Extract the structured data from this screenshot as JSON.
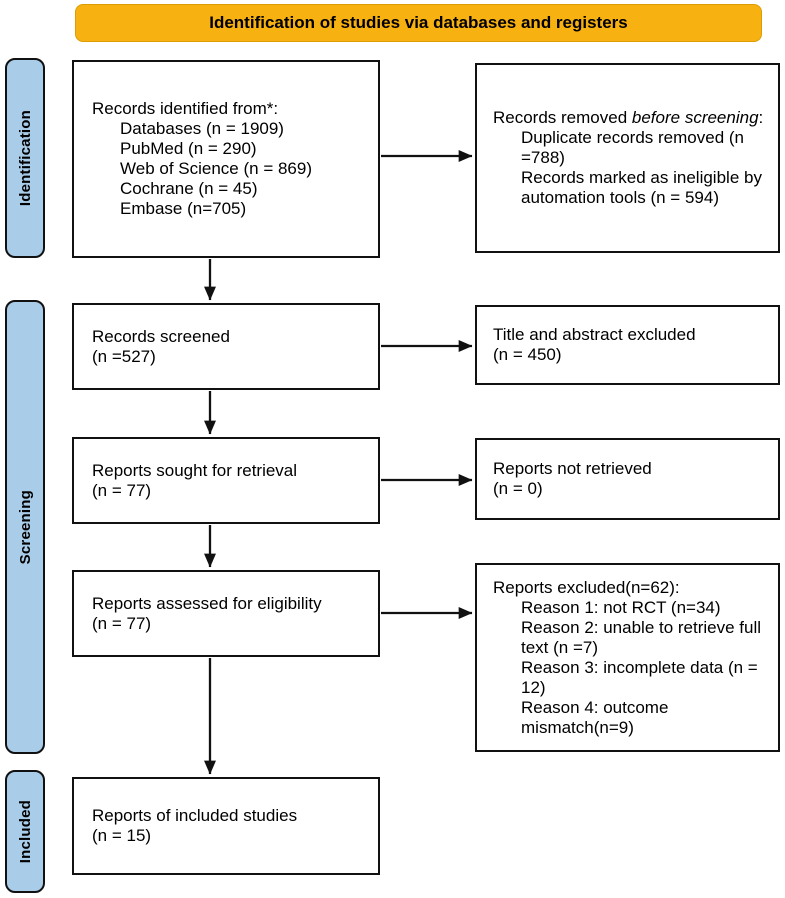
{
  "header": {
    "title": "Identification of studies via databases and registers"
  },
  "stages": {
    "identification": "Identification",
    "screening": "Screening",
    "included": "Included"
  },
  "boxes": {
    "records_identified": {
      "title": "Records identified from*:",
      "items": [
        "Databases (n = 1909)",
        "PubMed (n = 290)",
        "Web of Science (n = 869)",
        "Cochrane (n = 45)",
        "Embase (n=705)"
      ]
    },
    "records_removed": {
      "title_prefix": "Records removed ",
      "title_italic": "before screening",
      "title_suffix": ":",
      "items": [
        "Duplicate records removed (n =788)",
        "Records marked as ineligible by automation tools (n = 594)"
      ]
    },
    "records_screened": {
      "line1": "Records screened",
      "line2": "(n =527)"
    },
    "title_abstract_excluded": {
      "line1": "Title and abstract excluded",
      "line2": "(n = 450)"
    },
    "reports_sought": {
      "line1": "Reports sought for retrieval",
      "line2": "(n = 77)"
    },
    "reports_not_retrieved": {
      "line1": "Reports not retrieved",
      "line2": "(n = 0)"
    },
    "reports_assessed": {
      "line1": "Reports assessed for eligibility",
      "line2": "(n = 77)"
    },
    "reports_excluded": {
      "title": "Reports excluded(n=62):",
      "items": [
        "Reason 1: not RCT (n=34)",
        "Reason 2: unable to retrieve full text (n =7)",
        "Reason 3: incomplete data (n = 12)",
        "Reason 4: outcome mismatch(n=9)"
      ]
    },
    "reports_included": {
      "line1": "Reports of included studies",
      "line2": "(n = 15)"
    }
  },
  "colors": {
    "header_bg": "#F7B110",
    "stage_bg": "#A9CCE9",
    "border": "#111111"
  }
}
